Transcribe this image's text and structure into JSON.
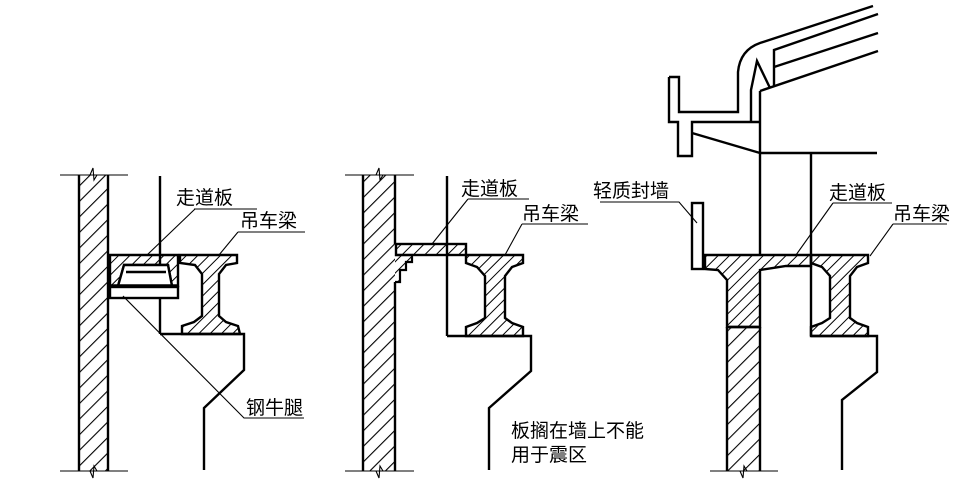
{
  "figure": {
    "type": "construction-detail",
    "subject": "crane walkway slab support details",
    "colors": {
      "line": "#000000",
      "background": "#ffffff"
    }
  },
  "details": [
    {
      "id": "detail-1",
      "labels": {
        "walkway_slab": "走道板",
        "crane_beam": "吊车梁",
        "steel_bracket": "钢牛腿"
      }
    },
    {
      "id": "detail-2",
      "labels": {
        "walkway_slab": "走道板",
        "crane_beam": "吊车梁",
        "note_line1": "板搁在墙上不能",
        "note_line2": "用于震区"
      }
    },
    {
      "id": "detail-3",
      "labels": {
        "light_wall": "轻质封墙",
        "walkway_slab": "走道板",
        "crane_beam": "吊车梁"
      }
    }
  ]
}
